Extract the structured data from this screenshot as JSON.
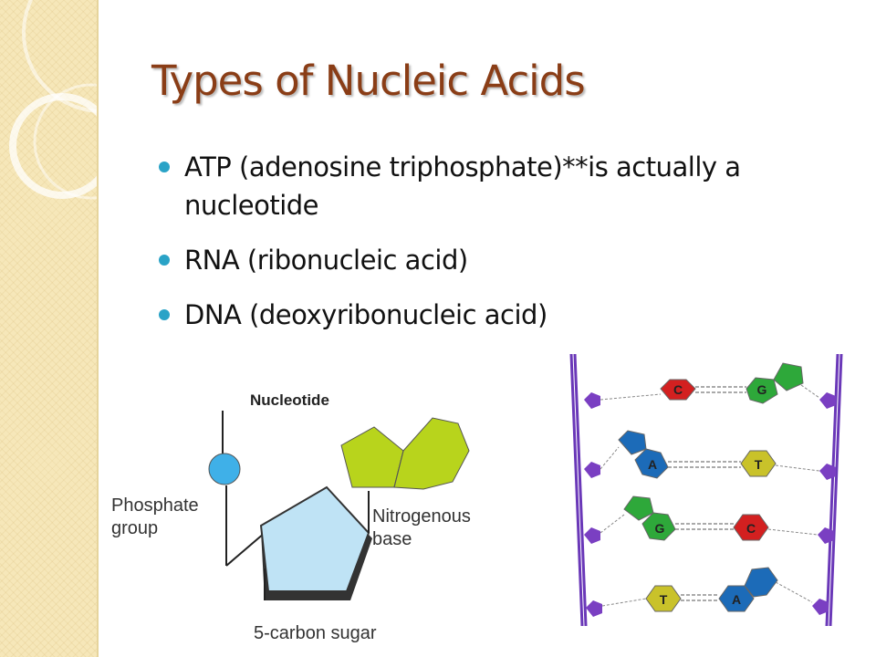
{
  "slide": {
    "title": "Types of Nucleic Acids",
    "bullets": [
      "ATP (adenosine triphosphate)**is actually a nucleotide",
      "RNA (ribonucleic acid)",
      "DNA (deoxyribonucleic acid)"
    ]
  },
  "nucleotide_figure": {
    "title": "Nucleotide",
    "phosphate_label_1": "Phosphate",
    "phosphate_label_2": "group",
    "base_label_1": "Nitrogenous",
    "base_label_2": "base",
    "sugar_label": "5-carbon sugar",
    "colors": {
      "phosphate": "#3fb0e8",
      "sugar": "#bfe3f5",
      "base": "#b8d41c"
    }
  },
  "dna_figure": {
    "pairs": [
      {
        "left": "C",
        "right": "G"
      },
      {
        "left": "A",
        "right": "T"
      },
      {
        "left": "G",
        "right": "C"
      },
      {
        "left": "T",
        "right": "A"
      }
    ],
    "colors": {
      "C": "#d32020",
      "G": "#2ea83a",
      "A": "#1c6bb8",
      "T": "#c9c22a",
      "phosphate": "#7a3fc2",
      "backbone": "#6a38b8"
    }
  }
}
